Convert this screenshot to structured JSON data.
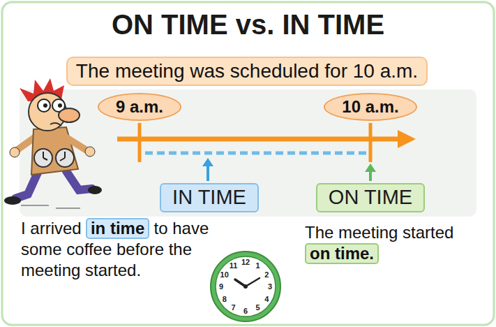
{
  "diagram": {
    "title": "ON TIME vs. IN TIME",
    "nodes": [
      {
        "text": [
          "The meeting was scheduled for 10 a.m."
        ]
      },
      {
        "text": [
          "9 a.m."
        ]
      },
      {
        "text": [
          "10 a.m."
        ]
      },
      {
        "text": [
          "IN TIME"
        ]
      },
      {
        "text": [
          "ON TIME"
        ]
      },
      {
        "text": [
          "in time"
        ]
      },
      {
        "text": [
          "on time."
        ]
      }
    ],
    "labels": [
      "I arrived",
      "to have some coffee before the meeting started.",
      "The meeting started",
      "12",
      "1",
      "2",
      "3",
      "4",
      "5",
      "6",
      "7",
      "8",
      "9",
      "10",
      "11"
    ]
  }
}
